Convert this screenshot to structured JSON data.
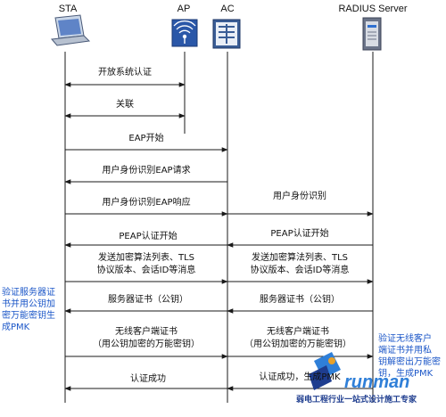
{
  "participants": {
    "sta": "STA",
    "ap": "AP",
    "ac": "AC",
    "radius": "RADIUS Server"
  },
  "messages": {
    "m1": "开放系统认证",
    "m2": "关联",
    "m3": "EAP开始",
    "m4": "用户身份识别EAP请求",
    "m5": "用户身份识别EAP响应",
    "m6": "用户身份识别",
    "m7a": "PEAP认证开始",
    "m7b": "PEAP认证开始",
    "m8a_line1": "发送加密算法列表、TLS",
    "m8a_line2": "协议版本、会话ID等消息",
    "m8b_line1": "发送加密算法列表、TLS",
    "m8b_line2": "协议版本、会话ID等消息",
    "m9a": "服务器证书（公钥）",
    "m9b": "服务器证书（公钥）",
    "m10a_line1": "无线客户端证书",
    "m10a_line2": "（用公钥加密的万能密钥）",
    "m10b_line1": "无线客户端证书",
    "m10b_line2": "（用公钥加密的万能密钥）",
    "m11a": "认证成功",
    "m11b": "认证成功，生成PMK"
  },
  "notes": {
    "left_line1": "验证服务器证",
    "left_line2": "书并用公钥加",
    "left_line3": "密万能密钥生",
    "left_line4": "成PMK",
    "right_line1": "验证无线客户",
    "right_line2": "端证书并用私",
    "right_line3": "钥解密出万能密",
    "right_line4": "钥，生成PMK"
  },
  "watermark": {
    "brand": "runman",
    "sub": "弱电工程行业一站式设计施工专家"
  },
  "colors": {
    "line": "#1a1a1a",
    "note": "#1c57c8",
    "ap_icon": "#2a57a8",
    "ac_icon": "#3a5d96",
    "server": "#5a6478"
  }
}
